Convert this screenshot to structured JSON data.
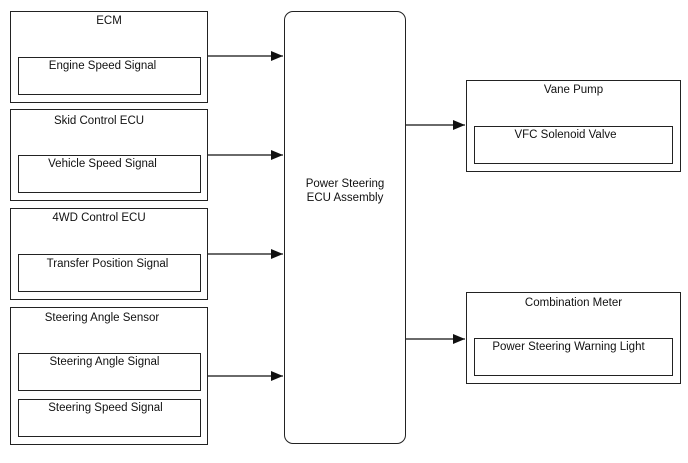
{
  "inputs": {
    "ecm": {
      "title": "ECM",
      "signals": [
        "Engine Speed Signal"
      ]
    },
    "skid": {
      "title": "Skid Control ECU",
      "signals": [
        "Vehicle Speed Signal"
      ]
    },
    "fourwd": {
      "title": "4WD Control ECU",
      "signals": [
        "Transfer Position Signal"
      ]
    },
    "steering": {
      "title": "Steering Angle Sensor",
      "signals": [
        "Steering Angle Signal",
        "Steering Speed Signal"
      ]
    }
  },
  "center": {
    "line1": "Power Steering",
    "line2": "ECU Assembly"
  },
  "outputs": {
    "vane": {
      "title": "Vane Pump",
      "signals": [
        "VFC Solenoid Valve"
      ]
    },
    "meter": {
      "title": "Combination Meter",
      "signals": [
        "Power Steering Warning Light"
      ]
    }
  }
}
